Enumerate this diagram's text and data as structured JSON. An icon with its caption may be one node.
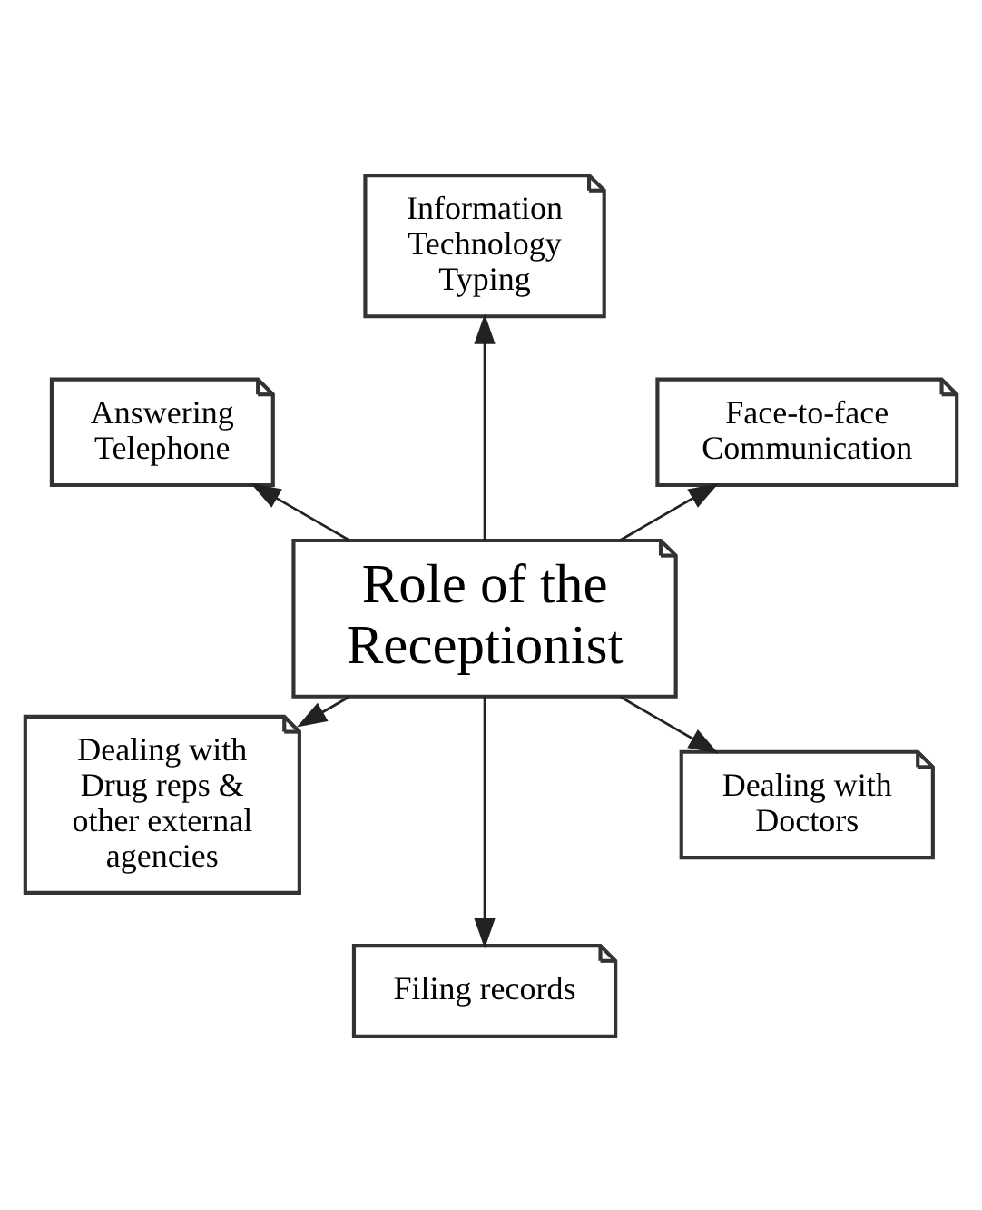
{
  "diagram": {
    "nodes": [
      {
        "text": [
          "Face-to-face Communication"
        ]
      },
      {
        "text": [
          "Information Technology Typing"
        ]
      },
      {
        "text": [
          "Answering Telephone"
        ]
      },
      {
        "text": [
          "Role of the Receptionist"
        ]
      },
      {
        "text": [
          "Dealing with Drug reps & other external agencies"
        ]
      },
      {
        "text": [
          "Filing records"
        ]
      },
      {
        "text": [
          "Dealing with Doctors"
        ]
      }
    ],
    "edges": [
      {
        "from": 3,
        "to": 0,
        "arrow": "to"
      },
      {
        "from": 3,
        "to": 1,
        "arrow": "to"
      },
      {
        "from": 3,
        "to": 2,
        "arrow": "to"
      },
      {
        "from": 3,
        "to": 4,
        "arrow": "to"
      },
      {
        "from": 3,
        "to": 5,
        "arrow": "to"
      },
      {
        "from": 3,
        "to": 6,
        "arrow": "to"
      }
    ]
  }
}
